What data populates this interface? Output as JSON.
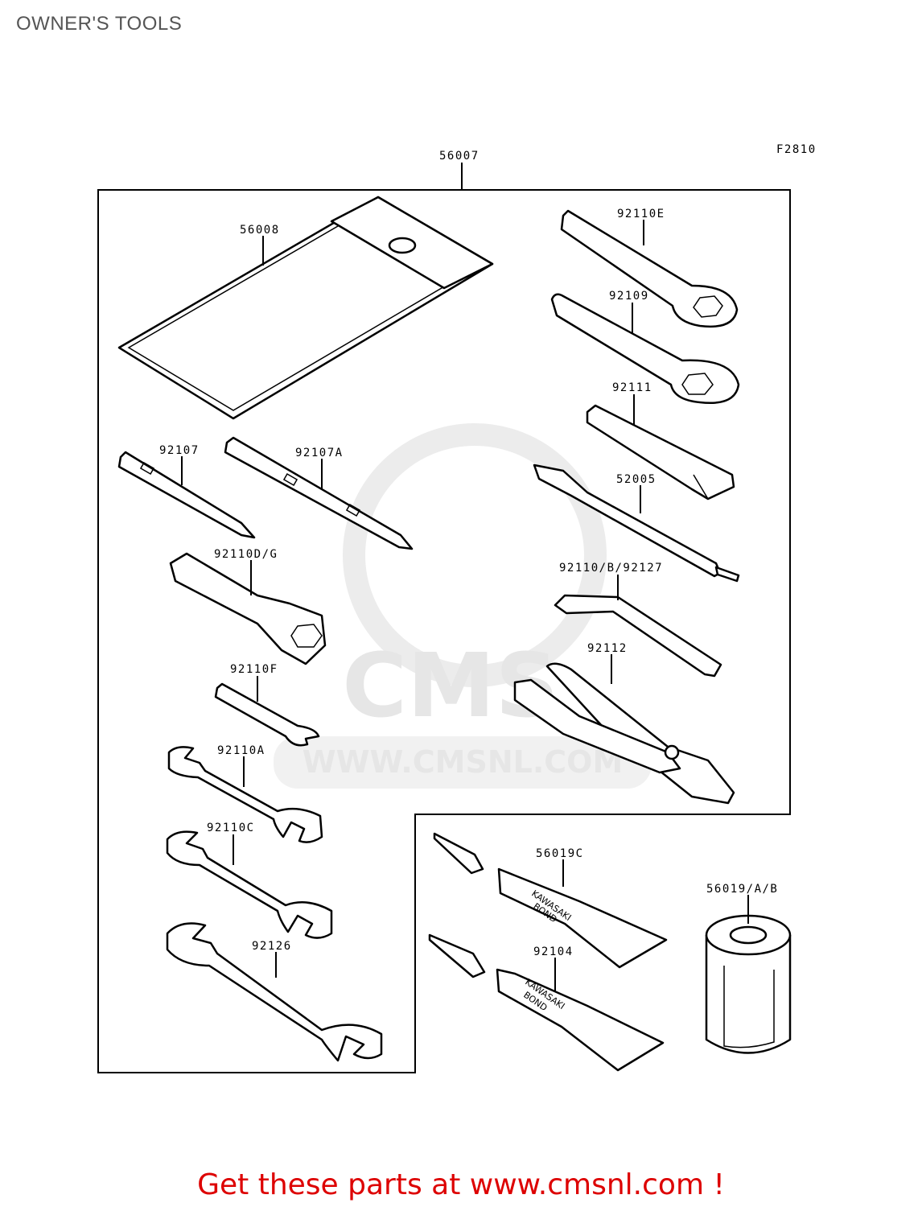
{
  "page_title": "OWNER'S TOOLS",
  "figure_code": "F2810",
  "footer_text": "Get these parts at www.cmsnl.com !",
  "watermark": {
    "text": "WWW.CMSNL.COM",
    "logo": "CMS"
  },
  "parts": [
    {
      "id": "p56007",
      "label": "56007"
    },
    {
      "id": "p56008",
      "label": "56008"
    },
    {
      "id": "p92110E",
      "label": "92110E"
    },
    {
      "id": "p92109",
      "label": "92109"
    },
    {
      "id": "p92111",
      "label": "92111"
    },
    {
      "id": "p92107",
      "label": "92107"
    },
    {
      "id": "p92107A",
      "label": "92107A"
    },
    {
      "id": "p52005",
      "label": "52005"
    },
    {
      "id": "p92110DG",
      "label": "92110D/G"
    },
    {
      "id": "p92110B92127",
      "label": "92110/B/92127"
    },
    {
      "id": "p92112",
      "label": "92112"
    },
    {
      "id": "p92110F",
      "label": "92110F"
    },
    {
      "id": "p92110A",
      "label": "92110A"
    },
    {
      "id": "p92110C",
      "label": "92110C"
    },
    {
      "id": "p56019C",
      "label": "56019C"
    },
    {
      "id": "p56019AB",
      "label": "56019/A/B"
    },
    {
      "id": "p92104",
      "label": "92104"
    },
    {
      "id": "p92126",
      "label": "92126"
    }
  ],
  "tube_text": {
    "line1": "KAWASAKI",
    "line2": "BOND"
  }
}
